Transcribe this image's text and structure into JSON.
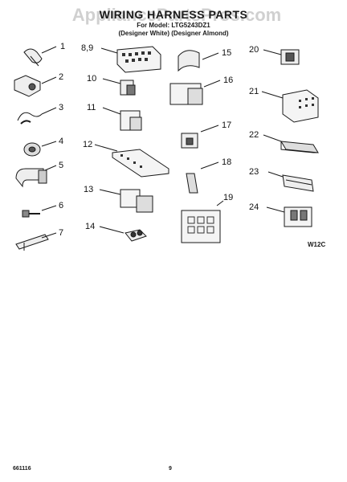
{
  "header": {
    "title": "WIRING HARNESS PARTS",
    "subtitle_line1": "For Model: LTG5243DZ1",
    "subtitle_line2": "(Designer White) (Designer Almond)",
    "watermark": "AppliancePartsPros.com"
  },
  "callouts": [
    "1",
    "2",
    "3",
    "4",
    "5",
    "6",
    "7",
    "8,9",
    "10",
    "11",
    "12",
    "13",
    "14",
    "15",
    "16",
    "17",
    "18",
    "19",
    "20",
    "21",
    "22",
    "23",
    "24"
  ],
  "diagram_code": "W12C",
  "footer": {
    "part_number": "661116",
    "page_number": "9"
  }
}
